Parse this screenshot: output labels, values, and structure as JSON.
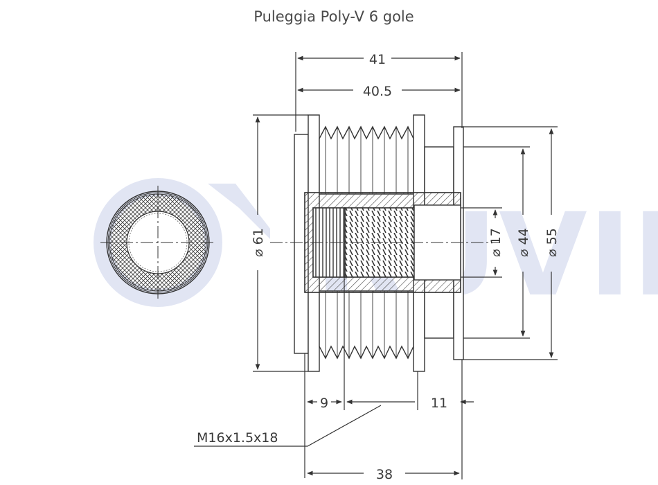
{
  "title": "Puleggia Poly-V 6 gole",
  "watermark": {
    "text": "RUVILLE",
    "color": "#c9d0ea"
  },
  "line_color": "#333333",
  "dimensions": {
    "overall_length": "41",
    "body_length": "40.5",
    "bottom_length": "38",
    "left_offset": "9",
    "right_offset": "11",
    "outer_diameter": "⌀ 61",
    "bore_diameter": "⌀ 17",
    "hub_diameter": "⌀ 44",
    "flange_diameter": "⌀ 55",
    "thread": "M16x1.5x18"
  }
}
